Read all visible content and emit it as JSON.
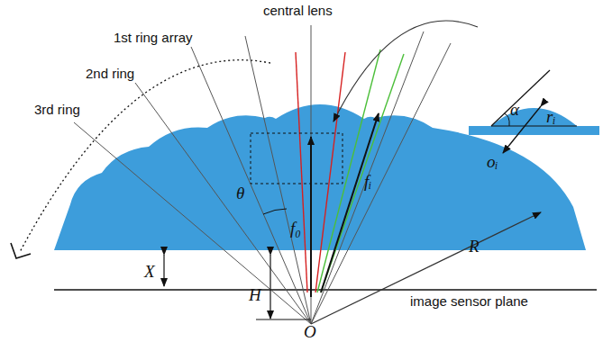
{
  "diagram": {
    "labels": [
      "central lens",
      "1st ring array",
      "2nd ring",
      "3rd ring",
      "α",
      "rᵢ",
      "oᵢ",
      "f₀",
      "fᵢ",
      "θ",
      "X",
      "H",
      "R",
      "image sensor plane",
      "O"
    ]
  }
}
